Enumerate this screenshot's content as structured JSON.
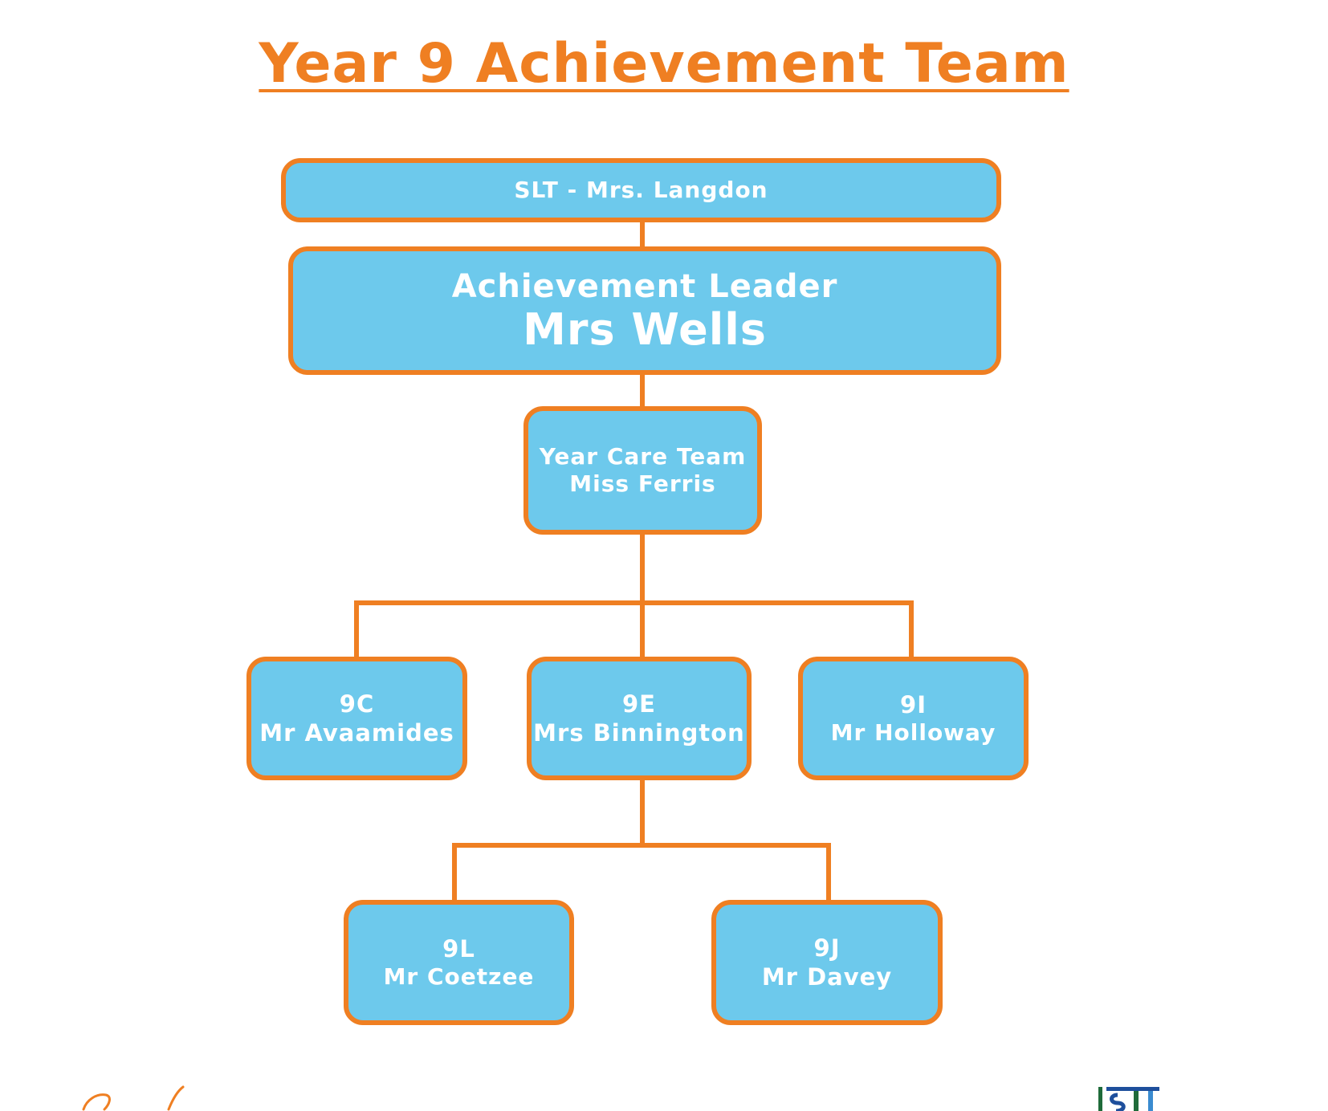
{
  "title": "Year 9 Achievement Team",
  "colors": {
    "box_fill": "#6dc9ec",
    "border": "#ef7f22",
    "text": "#ffffff",
    "title": "#ef7f22"
  },
  "nodes": {
    "slt": {
      "line1": "SLT - Mrs. Langdon"
    },
    "leader": {
      "role": "Achievement Leader",
      "name": "Mrs Wells"
    },
    "care": {
      "role": "Year Care Team",
      "name": "Miss Ferris"
    },
    "form_9c": {
      "form": "9C",
      "tutor": "Mr Avaamides"
    },
    "form_9e": {
      "form": "9E",
      "tutor": "Mrs Binnington"
    },
    "form_9i": {
      "form": "9I",
      "tutor": "Mr Holloway"
    },
    "form_9l": {
      "form": "9L",
      "tutor": "Mr Coetzee"
    },
    "form_9j": {
      "form": "9J",
      "tutor": "Mr Davey"
    }
  },
  "edges": [
    [
      "slt",
      "leader"
    ],
    [
      "leader",
      "care"
    ],
    [
      "care",
      "form_9c"
    ],
    [
      "care",
      "form_9e"
    ],
    [
      "care",
      "form_9i"
    ],
    [
      "form_9e",
      "form_9l"
    ],
    [
      "form_9e",
      "form_9j"
    ]
  ]
}
